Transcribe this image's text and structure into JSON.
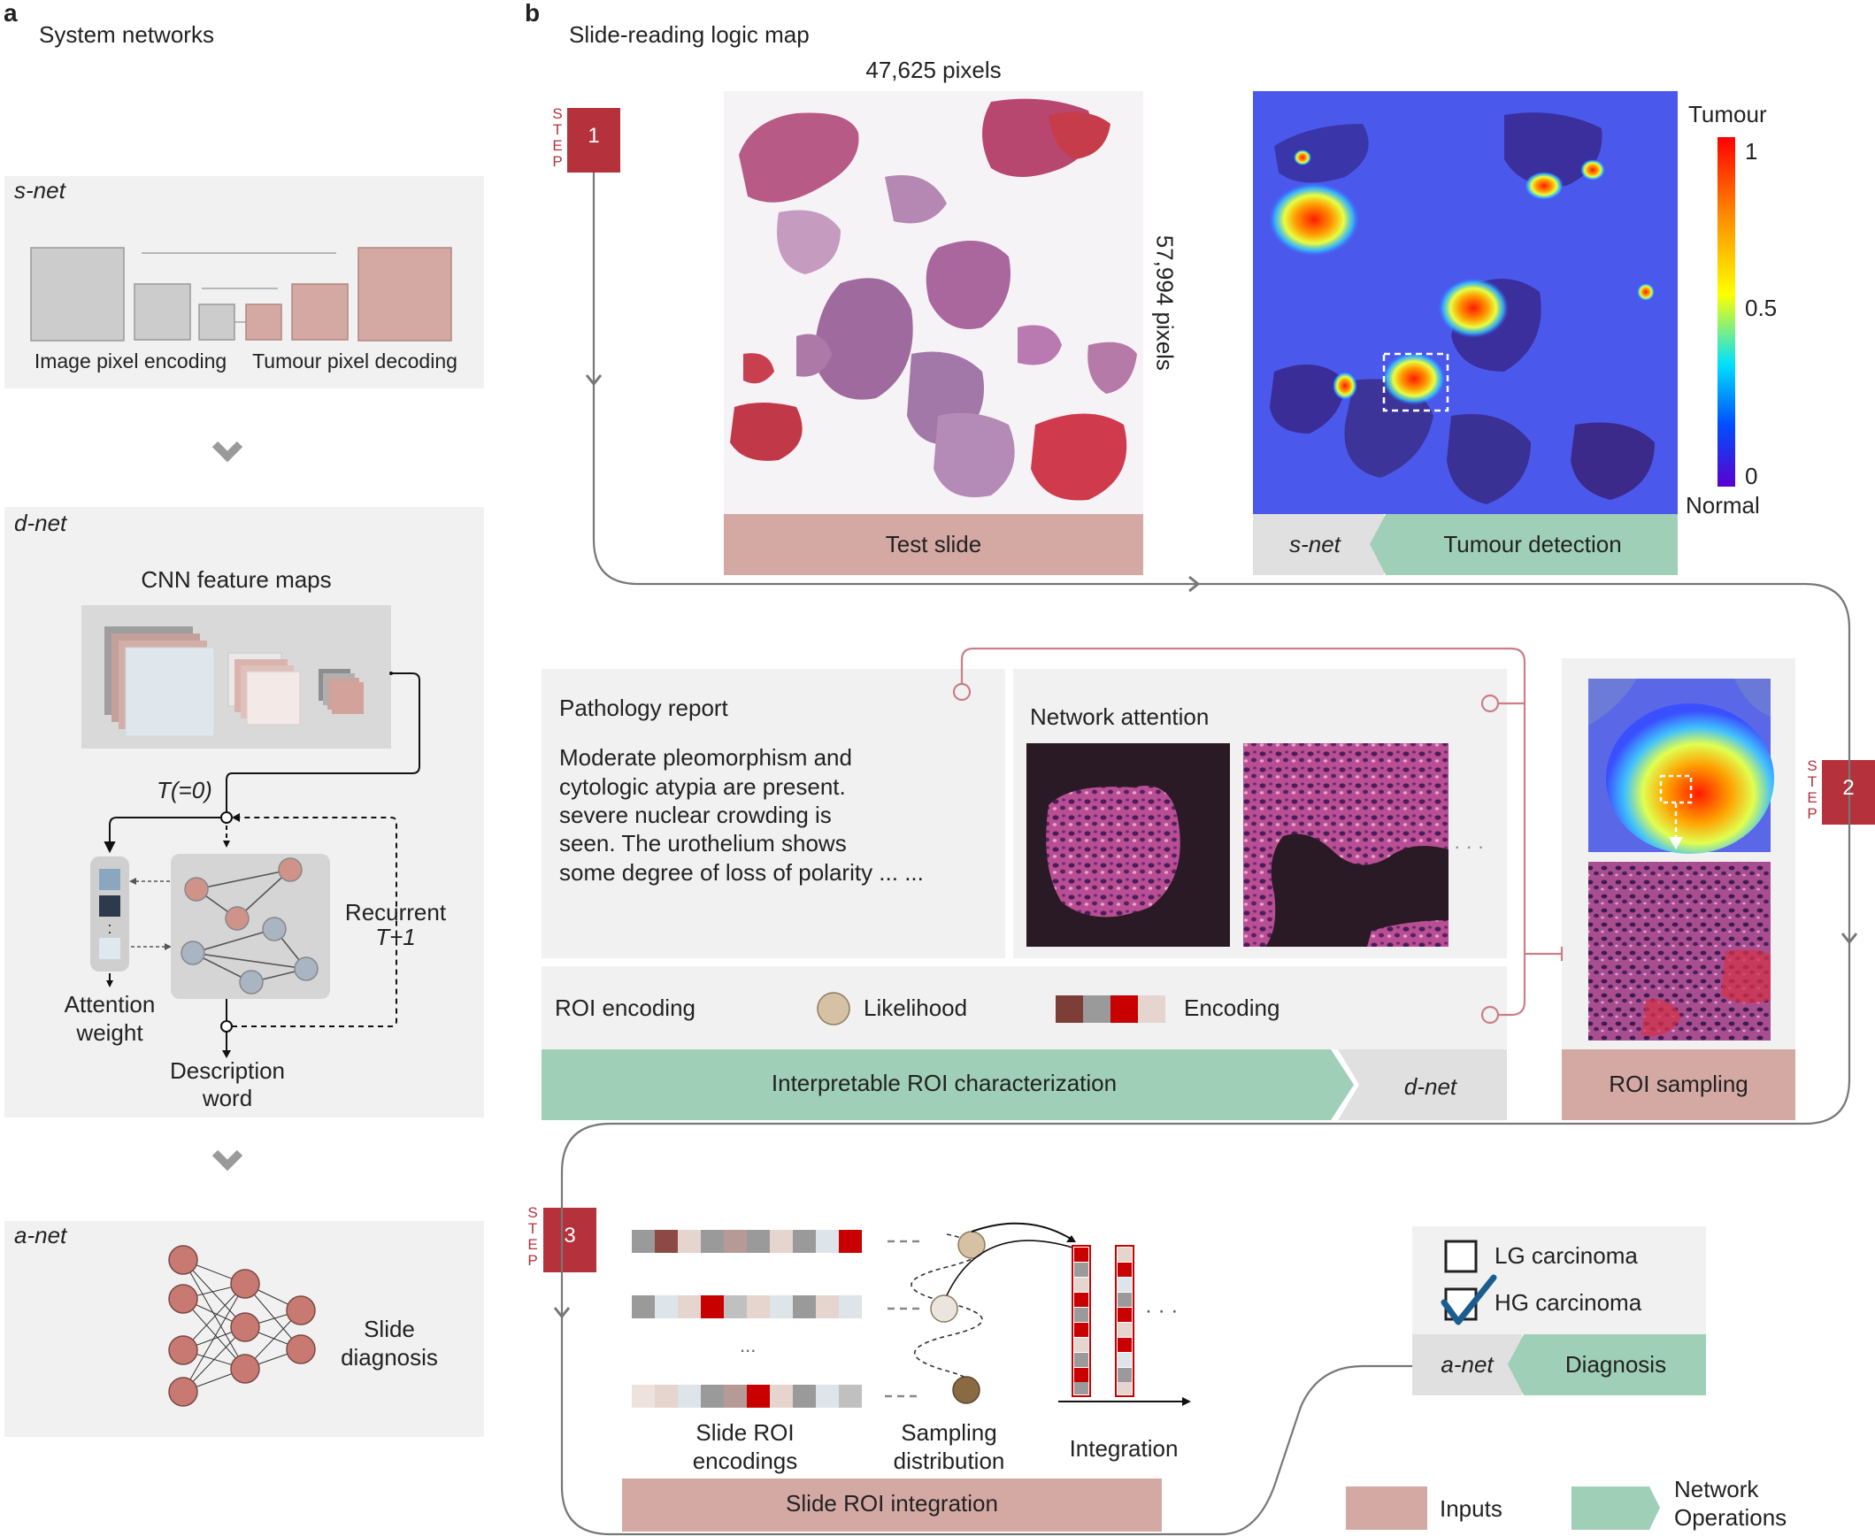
{
  "panel_a": {
    "letter": "a",
    "title": "System networks",
    "snet": {
      "label": "s-net",
      "encoding": "Image pixel encoding",
      "decoding": "Tumour pixel decoding"
    },
    "dnet": {
      "label": "d-net",
      "feature_maps": "CNN feature maps",
      "t0": "T(=0)",
      "recurrent": "Recurrent",
      "t_plus": "T+1",
      "attention_1": "Attention",
      "attention_2": "weight",
      "description_1": "Description",
      "description_2": "word"
    },
    "anet": {
      "label": "a-net",
      "diagnosis_1": "Slide",
      "diagnosis_2": "diagnosis"
    }
  },
  "panel_b": {
    "letter": "b",
    "title": "Slide-reading logic map",
    "step_word": "STEP",
    "steps": [
      "1",
      "2",
      "3"
    ],
    "width_label": "47,625 pixels",
    "height_label": "57,994 pixels",
    "test_slide": "Test slide",
    "snet_tag": "s-net",
    "tumour_detection": "Tumour detection",
    "colorbar": {
      "top": "Tumour",
      "bottom": "Normal",
      "ticks": [
        "1",
        "0.5",
        "0"
      ],
      "colors": [
        "#ff0000",
        "#ff8800",
        "#ffff00",
        "#00e0ff",
        "#0050ff",
        "#5a00d0"
      ]
    },
    "report": {
      "title": "Pathology report",
      "lines": [
        "Moderate pleomorphism and",
        "cytologic atypia are present.",
        "severe nuclear crowding is",
        "seen. The urothelium shows",
        "some degree of loss of polarity ... ..."
      ]
    },
    "network_attention": "Network attention",
    "ellipsis": "· · ·",
    "roi_encoding": "ROI encoding",
    "likelihood": "Likelihood",
    "encoding": "Encoding",
    "interpretable": "Interpretable ROI characterization",
    "dnet_tag": "d-net",
    "roi_sampling": "ROI sampling",
    "slide_roi_encodings_1": "Slide ROI",
    "slide_roi_encodings_2": "encodings",
    "sampling_1": "Sampling",
    "sampling_2": "distribution",
    "integration": "Integration",
    "vdots": "...",
    "slide_roi_integration": "Slide ROI integration",
    "lg": "LG carcinoma",
    "hg": "HG carcinoma",
    "anet_tag": "a-net",
    "diagnosis": "Diagnosis",
    "legend": {
      "inputs": "Inputs",
      "net_ops_1": "Network",
      "net_ops_2": "Operations"
    }
  },
  "colors": {
    "input": "#d4a9a3",
    "operation": "#9fcfb6",
    "panel": "#f1f1f1",
    "tag": "#e0e0e0",
    "step": "#b5313b",
    "node_red": "#c87a72",
    "node_blue": "#a8b6c4"
  }
}
